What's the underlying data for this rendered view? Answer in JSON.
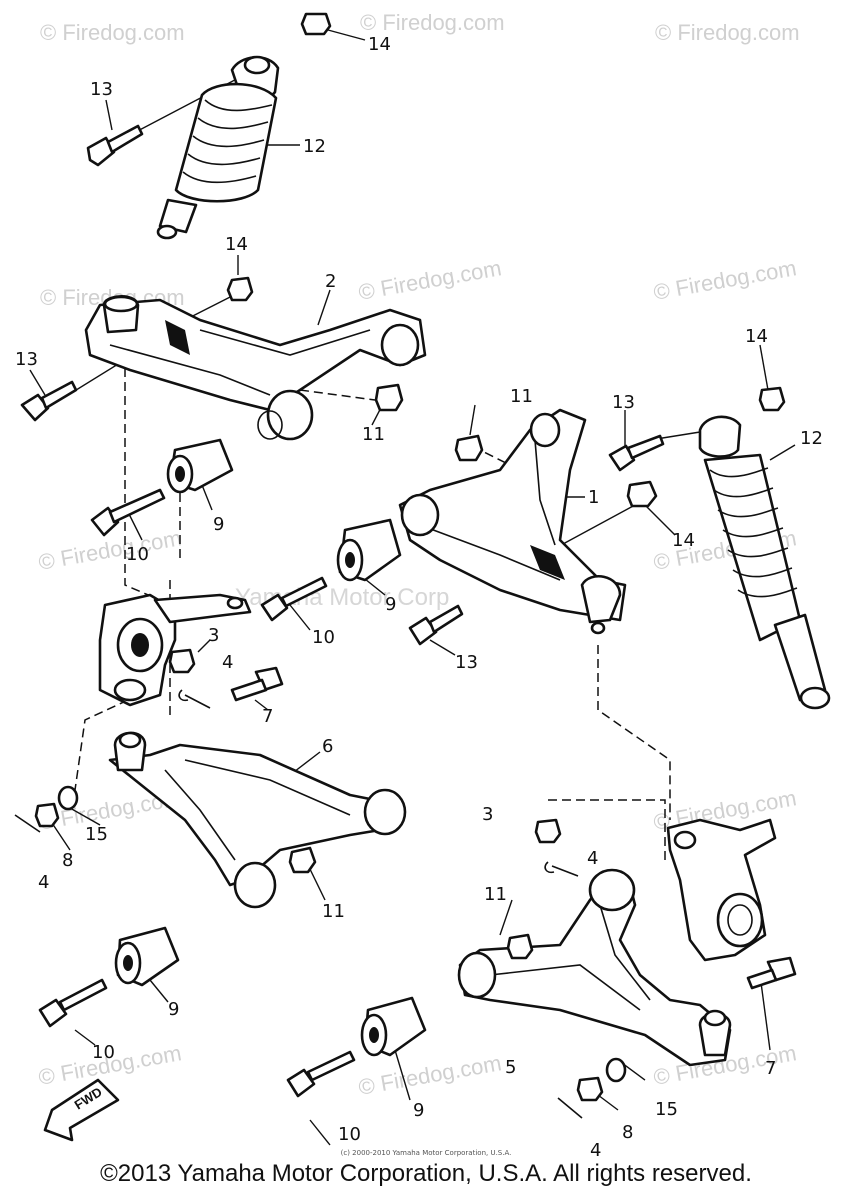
{
  "watermark": {
    "text": "© Firedog.com",
    "center_text": "Yamaha Motor Corp"
  },
  "fwd_label": "FWD",
  "callouts": {
    "c14a": "14",
    "c13a": "13",
    "c12a": "12",
    "c14b": "14",
    "c2": "2",
    "c13b": "13",
    "c11a": "11",
    "c9a": "9",
    "c10a": "10",
    "c11b": "11",
    "c1": "1",
    "c13c": "13",
    "c14c": "14",
    "c12b": "12",
    "c14d": "14",
    "c9b": "9",
    "c10b": "10",
    "c13d": "13",
    "c3a": "3",
    "c4a": "4",
    "c7a": "7",
    "c6": "6",
    "c15a": "15",
    "c8a": "8",
    "c4b": "4",
    "c11c": "11",
    "c9c": "9",
    "c10c": "10",
    "c3b": "3",
    "c4c": "4",
    "c11d": "11",
    "c5": "5",
    "c7b": "7",
    "c9d": "9",
    "c10d": "10",
    "c8b": "8",
    "c15b": "15",
    "c4d": "4"
  },
  "footer": {
    "small_text": "(c) 2000-2010 Yamaha Motor Corporation, U.S.A.",
    "copyright": "©2013 Yamaha Motor Corporation, U.S.A. All rights reserved."
  }
}
